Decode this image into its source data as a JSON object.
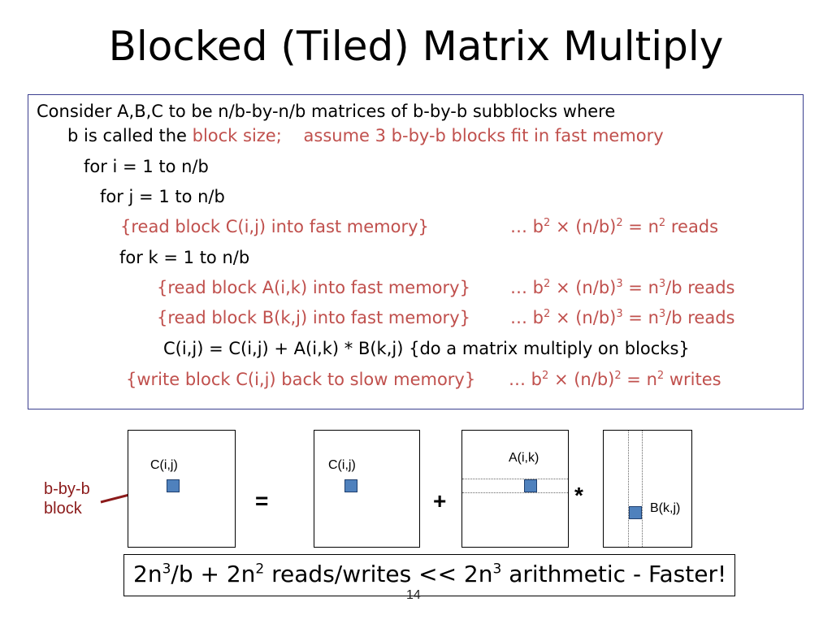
{
  "slide": {
    "title": "Blocked (Tiled) Matrix Multiply",
    "page_number": "14"
  },
  "algorithm": {
    "line1": "Consider A,B,C to be n/b-by-n/b matrices of b-by-b subblocks where",
    "line2_prefix": "b is called the ",
    "line2_block_size": "block size;",
    "line2_assumption": "assume 3 b-by-b blocks fit in fast memory",
    "for_i": "for i = 1 to n/b",
    "for_j": "for j = 1 to n/b",
    "read_c": "{read block C(i,j) into fast memory}",
    "read_c_cost": {
      "p1": "… b",
      "e1": "2",
      "p2": " × (n/b)",
      "e2": "2",
      "p3": " = n",
      "e3": "2",
      "p4": " reads"
    },
    "for_k": "for k = 1 to n/b",
    "read_a": "{read block A(i,k) into fast memory}",
    "read_a_cost": {
      "p1": "… b",
      "e1": "2",
      "p2": " × (n/b)",
      "e2": "3",
      "p3": " = n",
      "e3": "3",
      "p4": "/b reads"
    },
    "read_b": "{read block B(k,j) into fast memory}",
    "read_b_cost": {
      "p1": "… b",
      "e1": "2",
      "p2": " × (n/b)",
      "e2": "3",
      "p3": " = n",
      "e3": "3",
      "p4": "/b reads"
    },
    "update": "C(i,j) = C(i,j) + A(i,k) * B(k,j) {do a matrix multiply on blocks}",
    "write_c": "{write block C(i,j) back to slow memory}",
    "write_c_cost": {
      "p1": "… b",
      "e1": "2",
      "p2": " × (n/b)",
      "e2": "2",
      "p3": " = n",
      "e3": "2",
      "p4": " writes"
    }
  },
  "diagram": {
    "callout_line1": "b-by-b",
    "callout_line2": "block",
    "callout_color": "#8b1a1a",
    "block_color": "#4f81bd",
    "matrix1_label": "C(i,j)",
    "matrix2_label": "C(i,j)",
    "matrix3_label": "A(i,k)",
    "matrix4_label": "B(k,j)",
    "op_equals": "=",
    "op_plus": "+",
    "op_times": "*"
  },
  "summary": {
    "t1": "2n",
    "e1": "3",
    "t2": "/b + 2n",
    "e2": "2",
    "t3": " reads/writes << 2n",
    "e3": "3",
    "t4": " arithmetic  -  Faster!"
  },
  "colors": {
    "highlight_red": "#c0504d",
    "box_border": "#3b3f8f"
  }
}
